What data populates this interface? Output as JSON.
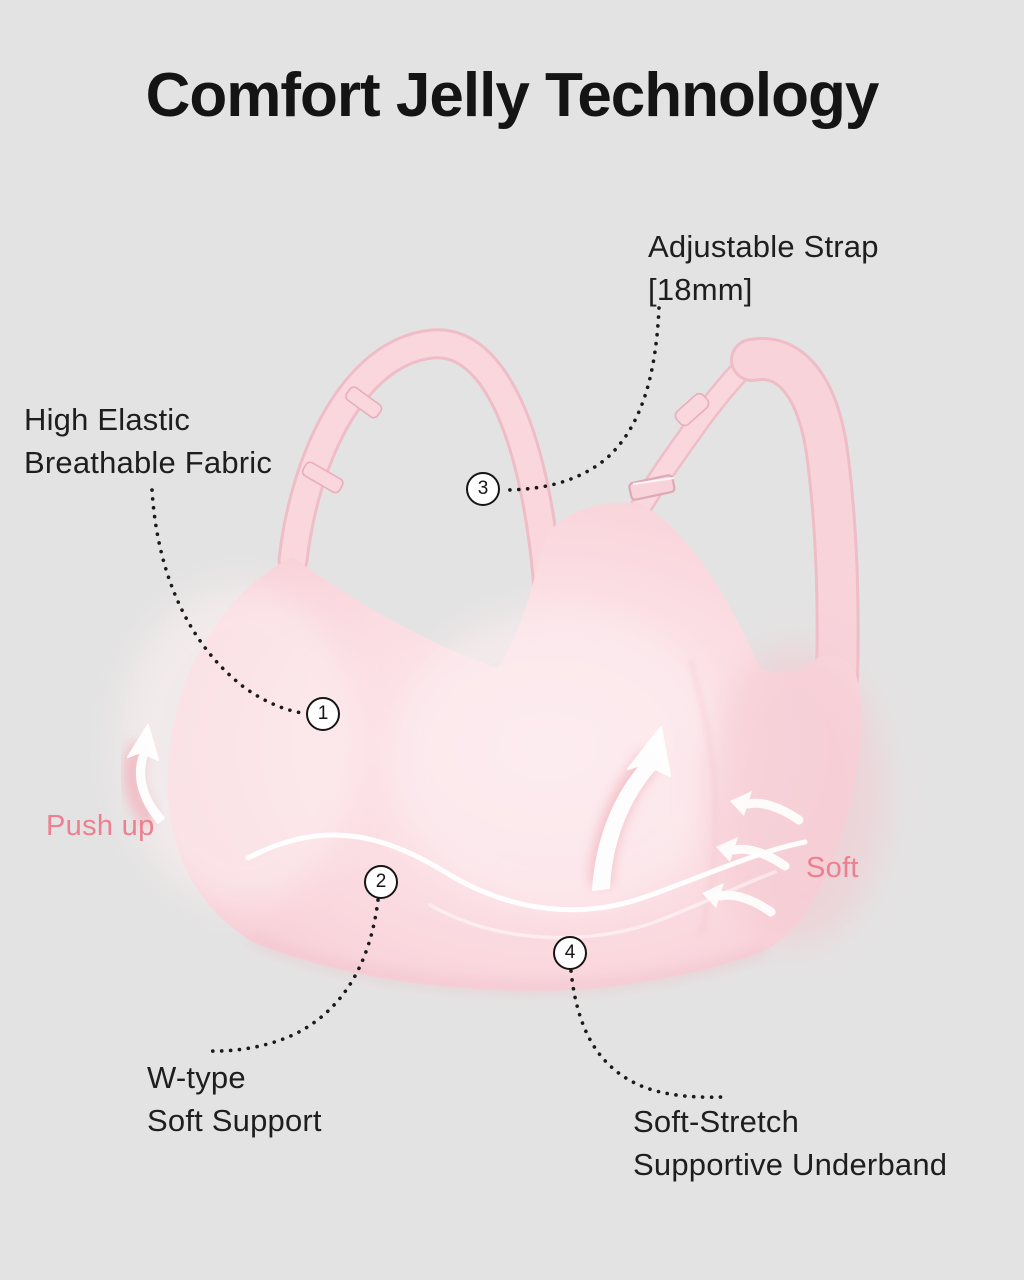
{
  "title": "Comfort Jelly Technology",
  "colors": {
    "background": "#e4e3e3",
    "bra_pink": "#fadde2",
    "strap_pink": "#f9d7dd",
    "accent_pink": "#ec8090",
    "text_dark": "#1e1e1e"
  },
  "callouts": [
    {
      "number": "1",
      "line1": "High Elastic",
      "line2": "Breathable Fabric"
    },
    {
      "number": "2",
      "line1": "W-type",
      "line2": "Soft Support"
    },
    {
      "number": "3",
      "line1": "Adjustable Strap",
      "line2": "[18mm]"
    },
    {
      "number": "4",
      "line1": "Soft-Stretch",
      "line2": "Supportive Underband"
    }
  ],
  "annotations": {
    "push_up": "Push up",
    "soft": "Soft"
  }
}
